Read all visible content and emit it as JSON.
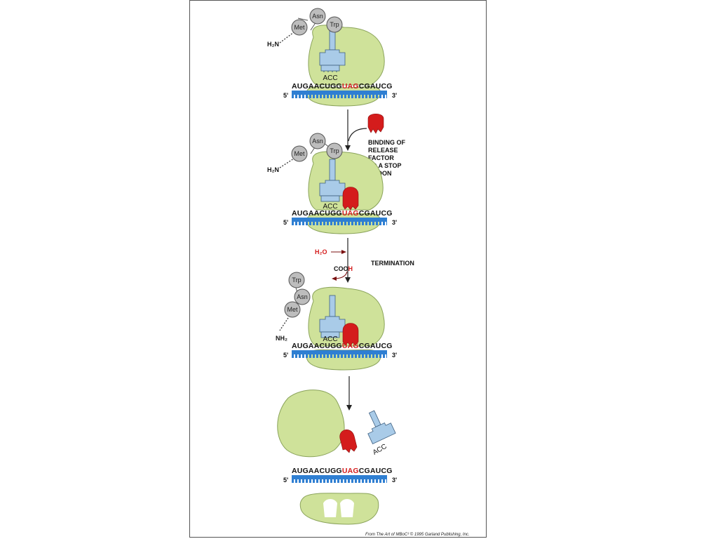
{
  "amino_acids": {
    "met": "Met",
    "asn": "Asn",
    "trp": "Trp"
  },
  "chem": {
    "amino_end": "H₂N",
    "amino_end_bottom": "NH₂",
    "water": "H₂O",
    "carboxyl_prefix": "COO",
    "carboxyl_suffix": "H"
  },
  "mrna": {
    "before_stop": "AUGAACUGG",
    "stop_codon": "UAG",
    "after_stop": "CGAUCG",
    "five_prime": "5'",
    "three_prime": "3'"
  },
  "anticodon": "ACC",
  "steps": {
    "binding": [
      "BINDING OF",
      "RELEASE",
      "FACTOR",
      "TO A STOP",
      "CODON"
    ],
    "termination": "TERMINATION"
  },
  "credit": "From The Art of MBoC³ © 1995 Garland Publishing, Inc.",
  "colors": {
    "ribosome": "#cfe29a",
    "ribosome_stroke": "#8aa35a",
    "trna": "#a9cbe8",
    "trna_stroke": "#3d5f80",
    "mrna": "#2f7fd2",
    "release_factor": "#d41c1c",
    "stop_codon": "#d41c1c",
    "amino_acid": "#bdbdbd"
  }
}
